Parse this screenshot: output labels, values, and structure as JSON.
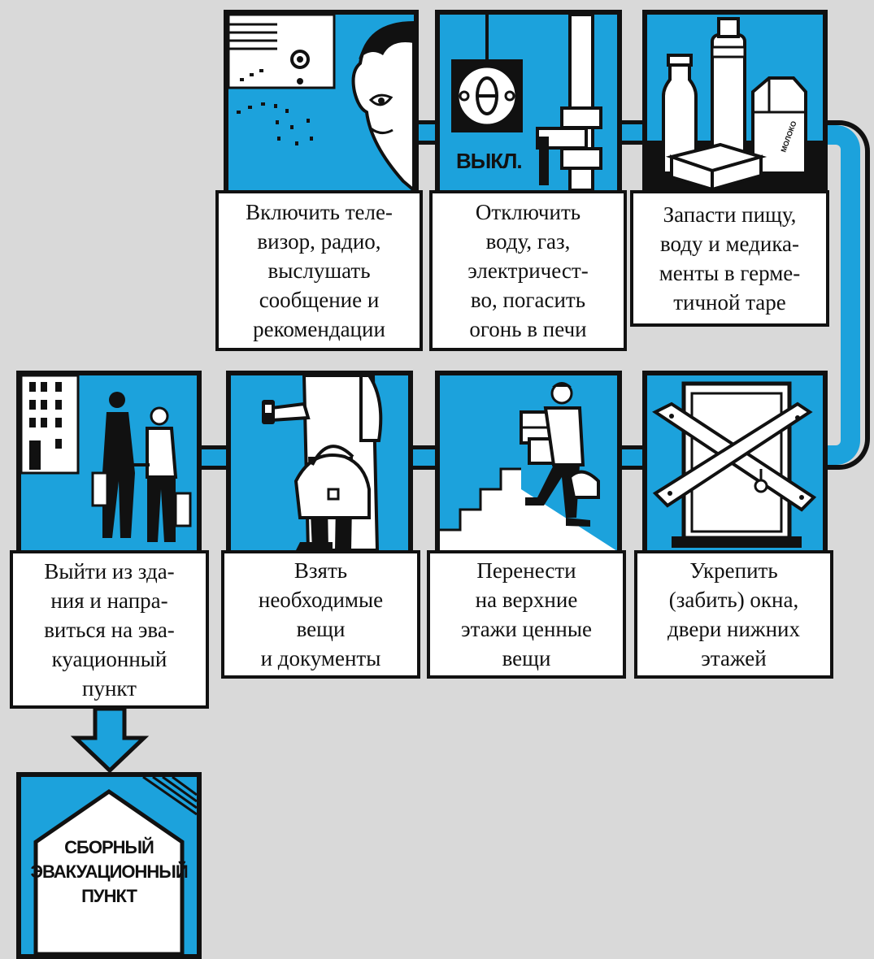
{
  "colors": {
    "accent": "#1ca2dc",
    "outline": "#111111",
    "background": "#d9d9d9",
    "caption_bg": "#ffffff"
  },
  "steps": [
    {
      "id": 1,
      "icon": "tv-radio-listening-icon",
      "caption": "Включить теле-\nвизор, радио,\nвыслушать\nсообщение и\nрекомендации"
    },
    {
      "id": 2,
      "icon": "utilities-switch-off-icon",
      "badge": "ВЫКЛ.",
      "caption": "Отключить\nводу, газ,\nэлектричест-\nво, погасить\nогонь в печи"
    },
    {
      "id": 3,
      "icon": "food-water-supplies-icon",
      "product_label": "МОЛОКО",
      "caption": "Запасти пищу,\nводу и медика-\nменты в герме-\nтичной таре"
    },
    {
      "id": 4,
      "icon": "boarded-door-icon",
      "caption": "Укрепить\n(забить) окна,\nдвери нижних\nэтажей"
    },
    {
      "id": 5,
      "icon": "carry-upstairs-icon",
      "caption": "Перенести\nна верхние\nэтажи ценные\nвещи"
    },
    {
      "id": 6,
      "icon": "take-documents-icon",
      "caption": "Взять\nнеобходимые\nвещи\nи документы"
    },
    {
      "id": 7,
      "icon": "leave-building-icon",
      "caption": "Выйти из зда-\nния и напра-\nвиться на эва-\nкуационный\nпункт"
    }
  ],
  "assembly_point": {
    "icon": "evacuation-point-icon",
    "label": "СБОРНЫЙ\nЭВАКУАЦИОННЫЙ\nПУНКТ"
  }
}
